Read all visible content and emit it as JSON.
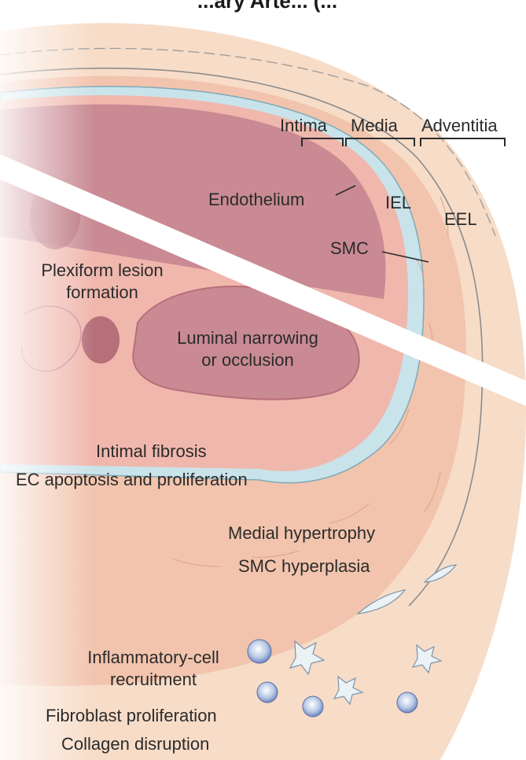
{
  "title_partial": "...ary Arte... (...",
  "labels": {
    "intima": "Intima",
    "media": "Media",
    "adventitia": "Adventitia",
    "endothelium": "Endothelium",
    "iel": "IEL",
    "eel": "EEL",
    "smc": "SMC",
    "plexiform_line1": "Plexiform lesion",
    "plexiform_line2": "formation",
    "luminal_line1": "Luminal narrowing",
    "luminal_line2": "or occlusion",
    "intimal_fibrosis": "Intimal fibrosis",
    "ec_apoptosis": "EC apoptosis and proliferation",
    "medial_hypertrophy": "Medial hypertrophy",
    "smc_hyperplasia": "SMC hyperplasia",
    "inflammatory_line1": "Inflammatory-cell",
    "inflammatory_line2": "recruitment",
    "fibroblast": "Fibroblast proliferation",
    "collagen": "Collagen disruption"
  },
  "colors": {
    "adventitia": "#f7dcc8",
    "media": "#f2c4ad",
    "iel": "#c9e3ea",
    "intima": "#f0b7ad",
    "lumen": "#c98a93",
    "lumen_dark": "#b76f7a",
    "divider": "#ffffff",
    "text": "#2b2b2b"
  }
}
